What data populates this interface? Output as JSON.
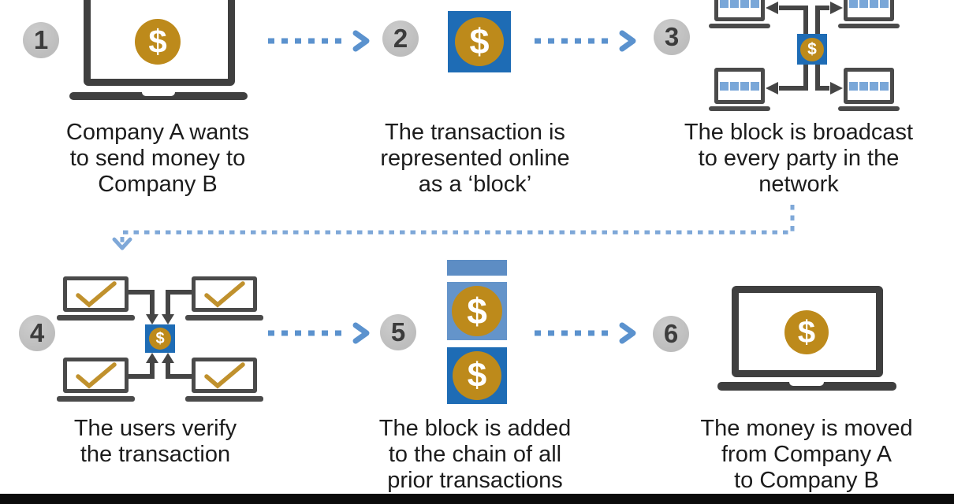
{
  "steps": [
    {
      "number": "1",
      "caption": "Company A wants\nto send money to\nCompany B",
      "icon": "laptop-dollar-icon"
    },
    {
      "number": "2",
      "caption": "The transaction is\nrepresented online\nas a ‘block’",
      "icon": "dollar-block-icon"
    },
    {
      "number": "3",
      "caption": "The block is broadcast\nto every party in the\nnetwork",
      "icon": "broadcast-network-icon"
    },
    {
      "number": "4",
      "caption": "The users verify\nthe transaction",
      "icon": "verify-network-icon"
    },
    {
      "number": "5",
      "caption": "The block is added\nto the chain of all\nprior transactions",
      "icon": "blockchain-stack-icon"
    },
    {
      "number": "6",
      "caption": "The money is moved\nfrom Company A\nto Company B",
      "icon": "laptop-dollar-icon"
    }
  ],
  "symbols": {
    "dollar": "$"
  },
  "colors": {
    "gold": "#BD8A1B",
    "check_gold": "#C0912D",
    "block_blue": "#1E6CB5",
    "chain_mid_blue": "#6494CA",
    "chain_bar_blue": "#5D8DC4",
    "light_blue": "#7AA7D8",
    "arrow_blue": "#5B92CE",
    "connector_blue": "#7FA8D8",
    "dark_gray": "#3F3F3F",
    "badge_gray": "#BDBDBD",
    "badge_text": "#3C3C3C",
    "caption_text": "#1C1C1C",
    "footer_black": "#0C0C0C"
  }
}
